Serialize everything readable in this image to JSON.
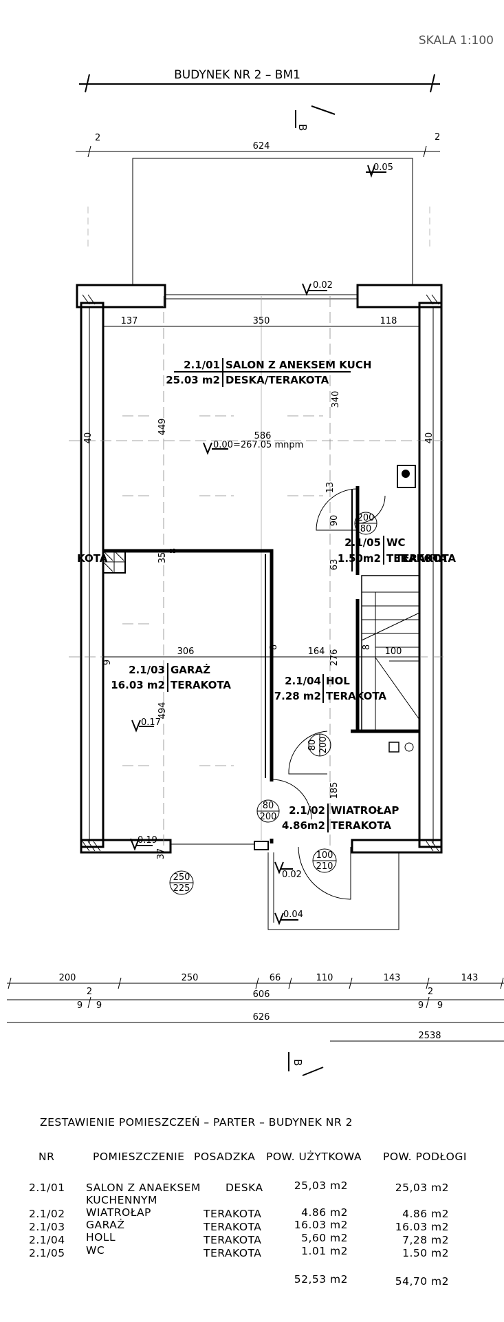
{
  "header": {
    "scale": "SKALA 1:100",
    "building": "BUDYNEK NR 2 – BM1",
    "section_mark": "B"
  },
  "levels": {
    "top": "0.05",
    "entry_top": "0.02",
    "reference": "0.00=267.05 mnpm",
    "garage": "0.17",
    "garage_front": "0.19",
    "entry_bottom": "0.02",
    "stoop": "0.04"
  },
  "rooms": [
    {
      "no": "2.1/01",
      "name": "SALON Z ANEKSEM KUCH",
      "area": "25.03 m2",
      "floor": "DESKA/TERAKOTA"
    },
    {
      "no": "2.1/05",
      "name": "WC",
      "area": "1.50m2",
      "floor": "TERAKOTA"
    },
    {
      "no": "2.1/03",
      "name": "GARAŻ",
      "area": "16.03 m2",
      "floor": "TERAKOTA"
    },
    {
      "no": "2.1/04",
      "name": "HOL",
      "area": "7.28 m2",
      "floor": "TERAKOTA"
    },
    {
      "no": "2.1/02",
      "name": "WIATROŁAP",
      "area": "4.86m2",
      "floor": "TERAKOTA"
    }
  ],
  "cut_labels": {
    "left": "KOTA",
    "right": "TERAKOTA"
  },
  "doors": [
    {
      "top": "200",
      "bottom": "80"
    },
    {
      "top": "80",
      "bottom": "200"
    },
    {
      "top": "100",
      "bottom": "210"
    },
    {
      "top": "250",
      "bottom": "225"
    },
    {
      "top": "80",
      "bottom": "200"
    }
  ],
  "dimensions": {
    "top_total": "624",
    "top_end_a": "2",
    "top_end_b": "2",
    "inner_row": [
      "137",
      "350",
      "118"
    ],
    "vertical": [
      "449",
      "340",
      "13",
      "90",
      "63",
      "276",
      "494",
      "185",
      "37",
      "35",
      "8",
      "8",
      "8",
      "40",
      "40",
      "9"
    ],
    "middle_row": [
      "306",
      "164",
      "100"
    ],
    "bottom_row": [
      "200",
      "250",
      "66",
      "110",
      "143",
      "143"
    ],
    "row2": "606",
    "row2_ends": [
      "2",
      "9",
      "9",
      "2",
      "9",
      "9"
    ],
    "row3": "626",
    "overall": "2538",
    "overall_586": "586"
  },
  "schedule": {
    "title": "ZESTAWIENIE POMIESZCZEŃ – PARTER – BUDYNEK NR 2",
    "headers": [
      "NR",
      "POMIESZCZENIE",
      "POSADZKA",
      "POW. UŻYTKOWA",
      "POW. PODŁOGI"
    ],
    "rows": [
      {
        "nr": "2.1/01",
        "name": "SALON Z ANAEKSEM",
        "name2": "KUCHENNYM",
        "floor": "DESKA",
        "usable": "25,03 m2",
        "area": "25,03 m2"
      },
      {
        "nr": "2.1/02",
        "name": "WIATROŁAP",
        "name2": "",
        "floor": "TERAKOTA",
        "usable": "4.86 m2",
        "area": "4.86 m2"
      },
      {
        "nr": "2.1/03",
        "name": "GARAŻ",
        "name2": "",
        "floor": "TERAKOTA",
        "usable": "16.03 m2",
        "area": "16.03 m2"
      },
      {
        "nr": "2.1/04",
        "name": "HOLL",
        "name2": "",
        "floor": "TERAKOTA",
        "usable": "5,60 m2",
        "area": "7,28 m2"
      },
      {
        "nr": "2.1/05",
        "name": "WC",
        "name2": "",
        "floor": "TERAKOTA",
        "usable": "1.01 m2",
        "area": "1.50 m2"
      }
    ],
    "totals": {
      "usable": "52,53 m2",
      "area": "54,70 m2"
    }
  }
}
